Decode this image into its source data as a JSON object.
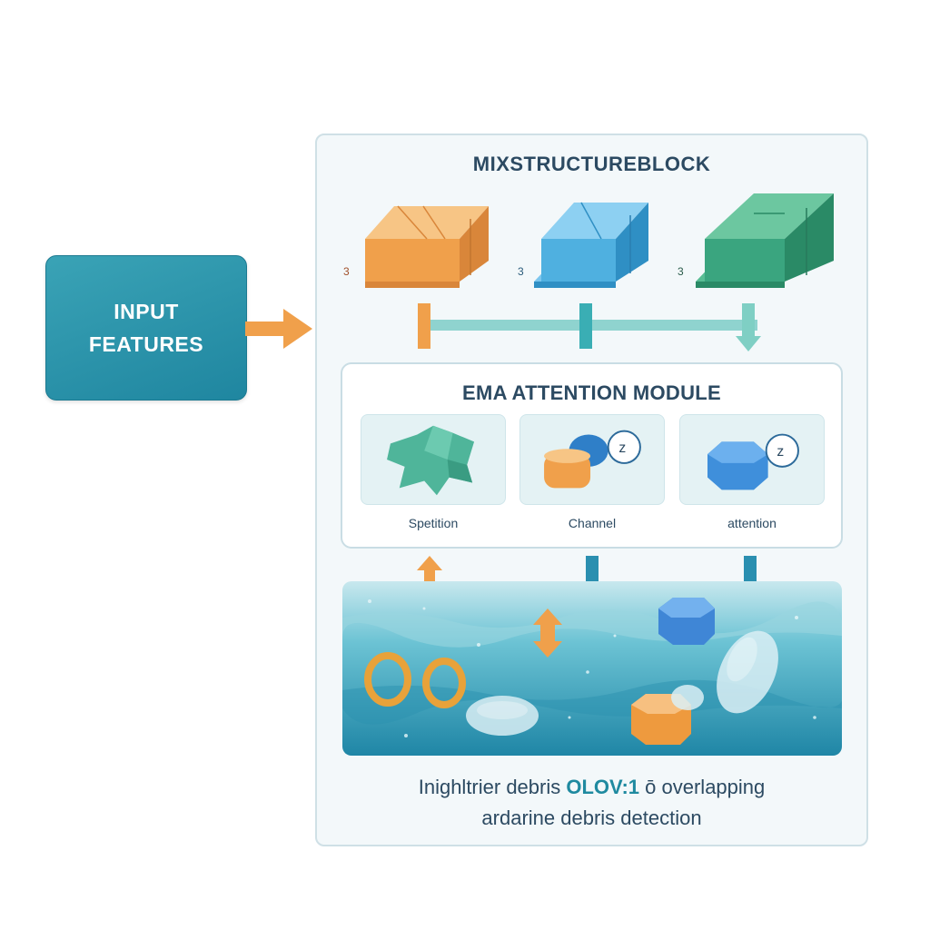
{
  "input": {
    "line1": "INPUT",
    "line2": "FEATURES"
  },
  "block": {
    "title": "MIXSTRUCTUREBLOCK",
    "cube_labels": [
      "3",
      "3",
      "3"
    ]
  },
  "ema": {
    "title": "EMA ATTENTION MODULE",
    "cards": [
      {
        "label": "Spetition"
      },
      {
        "label": "Channel"
      },
      {
        "label": "attention"
      }
    ]
  },
  "caption": {
    "line1_pre": "Inighltrier debris ",
    "line1_highlight": "OLOV:1",
    "line1_post": " ō overlapping",
    "line2": "ardarine debris detection"
  },
  "colors": {
    "orange": "#f0a04b",
    "blue": "#4fb0e0",
    "green": "#3aa57f",
    "teal": "#1f86a0",
    "text": "#2c4a62"
  }
}
